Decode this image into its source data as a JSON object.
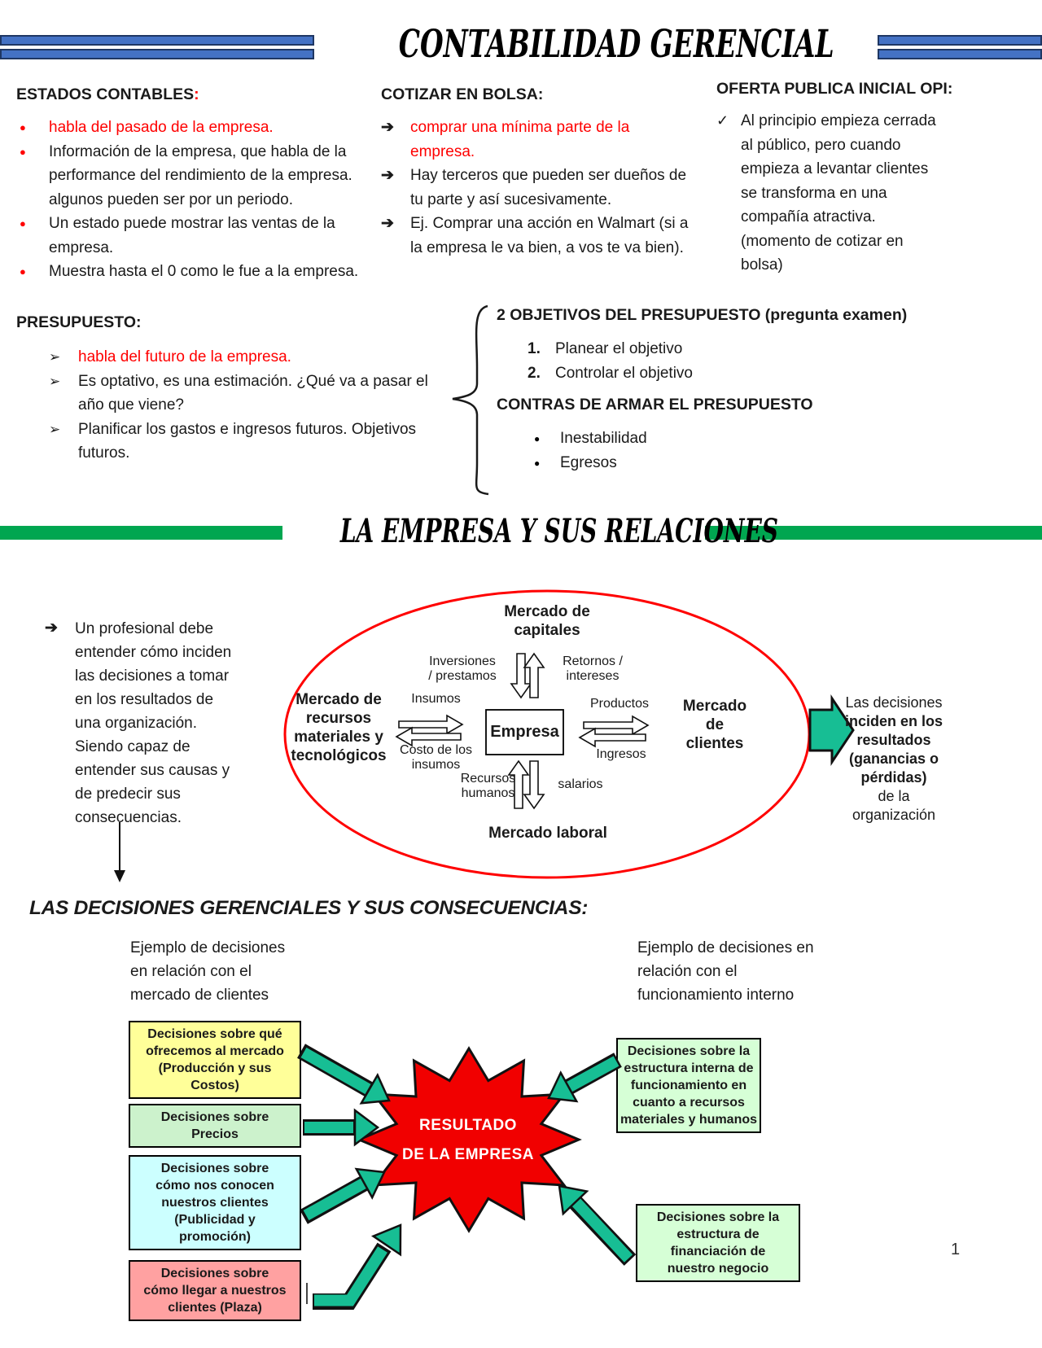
{
  "header": {
    "title": "CONTABILIDAD GERENCIAL"
  },
  "icons": {
    "bullet_dot": "●",
    "arrow_bullet": "➔",
    "check_bullet": "✓",
    "chevron_bullet": "➢"
  },
  "colors": {
    "bar_blue": "#4472C4",
    "bar_blue_border": "#1F3763",
    "banner_green": "#00A650",
    "accent_red": "#FF0000",
    "arrow_teal": "#17BE94",
    "star_red": "#F10000",
    "box_yellow": "#FFFF99",
    "box_green": "#CCF2CC",
    "box_green_right": "#D6FFD6",
    "box_cyan": "#CCFFFF",
    "box_pink": "#FFA1A1",
    "ellipse_red": "#FF0000"
  },
  "top": {
    "estados": {
      "heading": "ESTADOS CONTABLES",
      "heading_colon": ":",
      "items": [
        {
          "text": "habla del pasado de la empresa."
        },
        {
          "text": "Información de la empresa, que habla de la\nperformance del rendimiento de la empresa.\nalgunos pueden ser por un periodo."
        },
        {
          "text": "Un estado puede mostrar las ventas de la\nempresa."
        },
        {
          "text": "Muestra hasta el 0 como le fue a la empresa."
        }
      ]
    },
    "cotizar": {
      "heading": "COTIZAR EN BOLSA:",
      "items": [
        {
          "text": "comprar una mínima parte de la\nempresa."
        },
        {
          "text": "Hay terceros que pueden ser dueños de\ntu parte y así sucesivamente."
        },
        {
          "text": "Ej. Comprar una acción en Walmart (si a\nla empresa le va bien, a vos te va bien)."
        }
      ]
    },
    "opi": {
      "heading": "OFERTA PUBLICA INICIAL OPI:",
      "items": [
        {
          "text": "Al principio empieza cerrada\nal público, pero cuando\nempieza a levantar clientes\nse transforma en una\ncompañía atractiva.\n(momento de cotizar en\nbolsa)"
        }
      ]
    }
  },
  "presupuesto": {
    "heading": "PRESUPUESTO:",
    "items": [
      {
        "text": "habla del futuro de la empresa."
      },
      {
        "text": "Es optativo, es una estimación. ¿Qué va a pasar el\naño que viene?"
      },
      {
        "text": "Planificar los gastos e ingresos futuros. Objetivos\nfuturos."
      }
    ]
  },
  "objetivos": {
    "heading": "2 OBJETIVOS DEL PRESUPUESTO (pregunta examen)",
    "items": [
      {
        "num": "1.",
        "text": "Planear el objetivo"
      },
      {
        "num": "2.",
        "text": "Controlar el objetivo"
      }
    ],
    "contras_heading": "CONTRAS DE ARMAR EL PRESUPUESTO",
    "contras_items": [
      {
        "text": "Inestabilidad"
      },
      {
        "text": "Egresos"
      }
    ]
  },
  "banner": {
    "title": "LA EMPRESA Y SUS RELACIONES"
  },
  "diagram": {
    "professional_note": "Un profesional debe\nentender cómo inciden\nlas decisiones a tomar\nen los resultados de\nuna organización.\nSiendo capaz de\nentender sus causas y\nde predecir sus\nconsecuencias.",
    "nodes": {
      "capitales": "Mercado de\ncapitales",
      "recursos": "Mercado de\nrecursos\nmateriales y\ntecnológicos",
      "empresa": "Empresa",
      "clientes": "Mercado\nde\nclientes",
      "laboral": "Mercado laboral"
    },
    "flows": {
      "inversiones": "Inversiones\n/  prestamos",
      "retornos": "Retornos /\nintereses",
      "insumos": "Insumos",
      "costo": "Costo de los\ninsumos",
      "productos": "Productos",
      "ingresos": "Ingresos",
      "rrhh": "Recursos\nhumanos",
      "salarios": "salarios"
    },
    "result_lines": [
      "Las decisiones",
      "inciden en los",
      "resultados",
      "(ganancias o",
      "pérdidas)",
      "de la",
      "organización"
    ]
  },
  "decisions": {
    "heading": "LAS DECISIONES GERENCIALES Y SUS CONSECUENCIAS:",
    "left_caption": "Ejemplo de decisiones\nen relación con el\nmercado de clientes",
    "right_caption": "Ejemplo de decisiones en\nrelación con el\nfuncionamiento interno",
    "boxes": {
      "oferta": "Decisiones sobre qué\nofrecemos al mercado\n(Producción y sus\nCostos)",
      "precios": "Decisiones sobre\nPrecios",
      "publicidad": "Decisiones sobre\ncómo nos conocen\nnuestros clientes\n(Publicidad y\npromoción)",
      "plaza": "Decisiones sobre\ncómo llegar a nuestros\nclientes (Plaza)",
      "estructura_interna": "Decisiones sobre la\nestructura interna de\nfuncionamiento en\ncuanto a recursos\nmateriales y humanos",
      "financiacion": "Decisiones sobre la\nestructura de\nfinanciación de\nnuestro negocio"
    },
    "star_line1": "RESULTADO",
    "star_line2": "DE LA EMPRESA"
  },
  "page_number": "1"
}
